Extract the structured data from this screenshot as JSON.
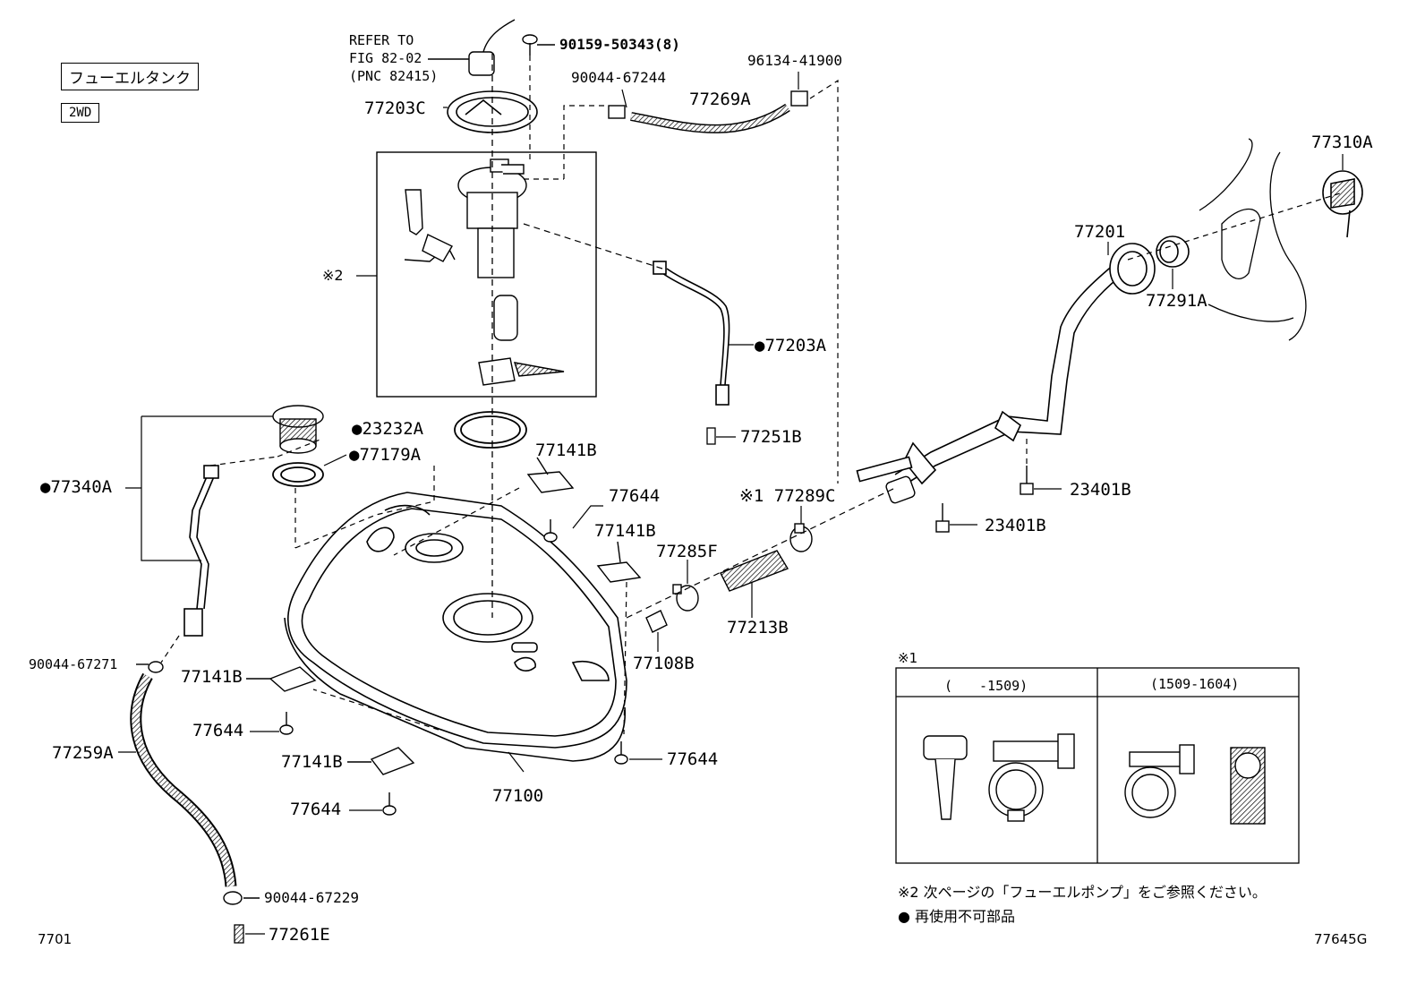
{
  "header": {
    "title": "フューエルタンク",
    "variant": "2WD"
  },
  "refer": {
    "line1": "REFER TO",
    "line2": "FIG 82-02",
    "line3": "(PNC 82415)"
  },
  "parts": {
    "p90159": "90159-50343(8)",
    "p90044_67244": "90044-67244",
    "p96134": "96134-41900",
    "p77269A": "77269A",
    "p77203C": "77203C",
    "p77310A": "77310A",
    "p77201": "77201",
    "p77291A": "77291A",
    "mark2": "※2",
    "p77203A": "●77203A",
    "p23232A": "●23232A",
    "p77251B": "77251B",
    "p77179A": "●77179A",
    "p77340A": "●77340A",
    "p77141B_1": "77141B",
    "p77644_1": "77644",
    "p77141B_2": "77141B",
    "p77285F": "77285F",
    "p77289C": "※1 77289C",
    "p23401B_1": "23401B",
    "p23401B_2": "23401B",
    "p77213B": "77213B",
    "p77108B": "77108B",
    "p90044_67271": "90044-67271",
    "p77141B_3": "77141B",
    "p77644_2": "77644",
    "p77259A": "77259A",
    "p77141B_4": "77141B",
    "p77644_3": "77644",
    "p77644_4": "77644",
    "p77100": "77100",
    "p90044_67229": "90044-67229",
    "p77261E": "77261E"
  },
  "inset": {
    "mark": "※1",
    "col1": "(　　-1509)",
    "col2": "(1509-1604)"
  },
  "notes": {
    "note2": "※2 次ページの「フューエルポンプ」をご参照ください。",
    "legend": "● 再使用不可部品"
  },
  "footer": {
    "left": "7701",
    "right": "77645G"
  }
}
